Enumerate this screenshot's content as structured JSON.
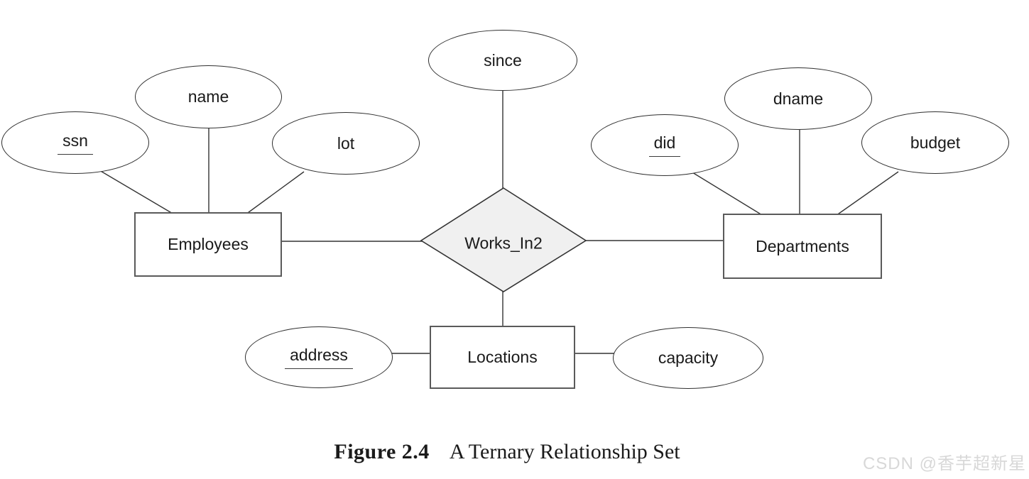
{
  "figure": {
    "caption": {
      "label": "Figure 2.4",
      "title": "A Ternary Relationship Set"
    },
    "watermark": "CSDN @香芋超新星"
  },
  "diagram": {
    "type": "entity-relationship-diagram",
    "relationship": {
      "label": "Works_In2",
      "shape": "diamond",
      "connects": [
        "Employees",
        "Departments",
        "Locations"
      ]
    },
    "entities": [
      {
        "label": "Employees"
      },
      {
        "label": "Departments"
      },
      {
        "label": "Locations"
      }
    ],
    "attributes": [
      {
        "label": "ssn",
        "owner": "Employees",
        "key": true
      },
      {
        "label": "name",
        "owner": "Employees",
        "key": false
      },
      {
        "label": "lot",
        "owner": "Employees",
        "key": false
      },
      {
        "label": "since",
        "owner": "Works_In2",
        "key": false
      },
      {
        "label": "did",
        "owner": "Departments",
        "key": true
      },
      {
        "label": "dname",
        "owner": "Departments",
        "key": false
      },
      {
        "label": "budget",
        "owner": "Departments",
        "key": false
      },
      {
        "label": "address",
        "owner": "Locations",
        "key": true
      },
      {
        "label": "capacity",
        "owner": "Locations",
        "key": false
      }
    ],
    "colors": {
      "line": "#333333",
      "shape_border": "#2f2f2f",
      "diamond_fill": "#f0f0f0",
      "background": "#ffffff",
      "watermark": "#d8d8d8"
    }
  }
}
